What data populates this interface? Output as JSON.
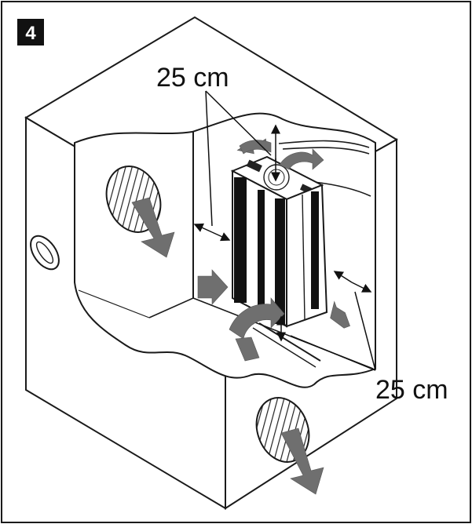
{
  "figure": {
    "step_number": "4",
    "clearance_top": "25 cm",
    "clearance_side": "25 cm"
  },
  "colors": {
    "line": "#1a1a1a",
    "airflow_arrow": "#6f6f6f",
    "badge_bg": "#111111",
    "paper": "#ffffff"
  },
  "icons": [
    "airflow-arrow-icon",
    "vent-grille-icon",
    "dimension-arrow-icon"
  ]
}
